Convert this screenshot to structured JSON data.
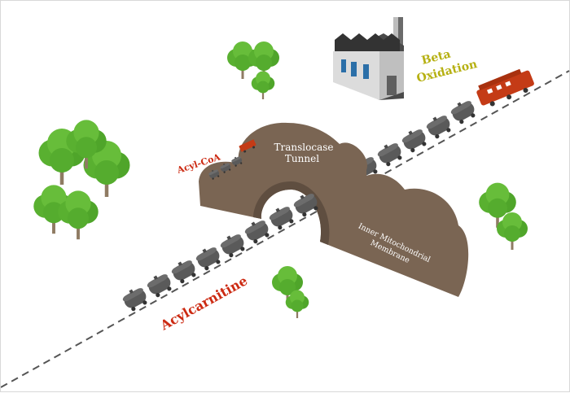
{
  "labels": {
    "translocase_line1": "Translocase",
    "translocase_line2": "Tunnel",
    "membrane_line1": "Inner Mitochondrial",
    "membrane_line2": "Membrane",
    "acyl_coa": "Acyl-CoA",
    "acylcarnitine": "Acylcarnitine",
    "beta_line1": "Beta",
    "beta_line2": "Oxidation"
  },
  "icons": {
    "factory": "factory-icon",
    "locomotive": "locomotive-icon",
    "tank_car": "tank-car-icon",
    "tree": "tree-icon",
    "tunnel": "tunnel-mountain"
  },
  "colors": {
    "mountain": "#7a6553",
    "mountain_shadow": "#5f4e40",
    "tank_car": "#595959",
    "locomotive": "#c43b16",
    "tree": "#59b030",
    "trunk": "#8f7b63",
    "track": "#555555",
    "label_red": "#cc2a12",
    "label_olive": "#b6b012"
  }
}
